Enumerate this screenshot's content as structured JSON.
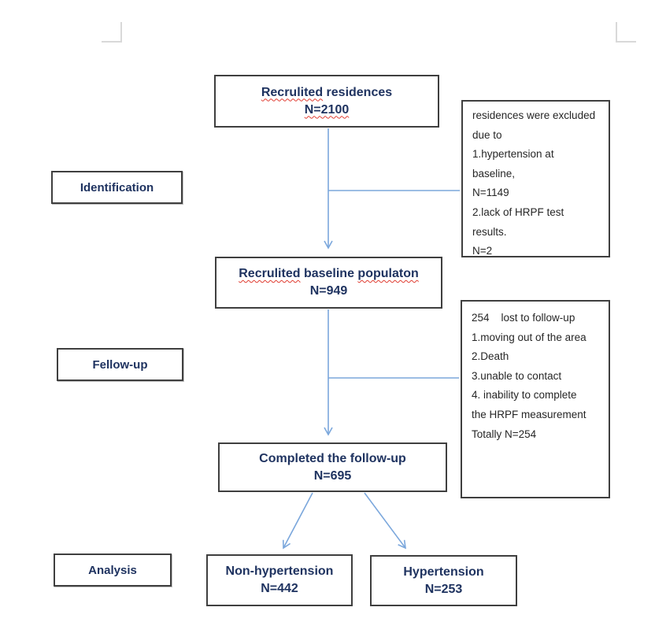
{
  "colors": {
    "accent-blue": "#7ba7dc",
    "box-border": "#3f3f3f",
    "title-navy": "#1f3360",
    "body-text": "#262626",
    "squiggle-red": "#e03c31",
    "corner-gray": "#d9d9d9"
  },
  "stages": {
    "identification": "Identification",
    "fellow_up": "Fellow-up",
    "analysis": "Analysis"
  },
  "flow": {
    "recruited": {
      "title_mis": "Recrulited",
      "title_rest": " residences",
      "n": "N=2100"
    },
    "baseline": {
      "mis1": "Recrulited",
      "mid": " baseline ",
      "mis2": "populaton",
      "n": "N=949"
    },
    "completed": {
      "title": "Completed the follow-up",
      "n": "N=695"
    },
    "non_hypertension": {
      "title": "Non-hypertension",
      "n": "N=442"
    },
    "hypertension": {
      "title": "Hypertension",
      "n": "N=253"
    }
  },
  "notes": {
    "excluded": {
      "lines": [
        "residences were excluded",
        "due to",
        "1.hypertension at",
        "baseline,",
        "N=1149",
        "2.lack of HRPF test",
        "results.",
        "N=2"
      ]
    },
    "lost": {
      "lines": [
        "254    lost to follow-up",
        "1.moving out of the area",
        "2.Death",
        "3.unable to contact",
        "4. inability to complete",
        "the HRPF measurement",
        "Totally N=254"
      ]
    }
  }
}
